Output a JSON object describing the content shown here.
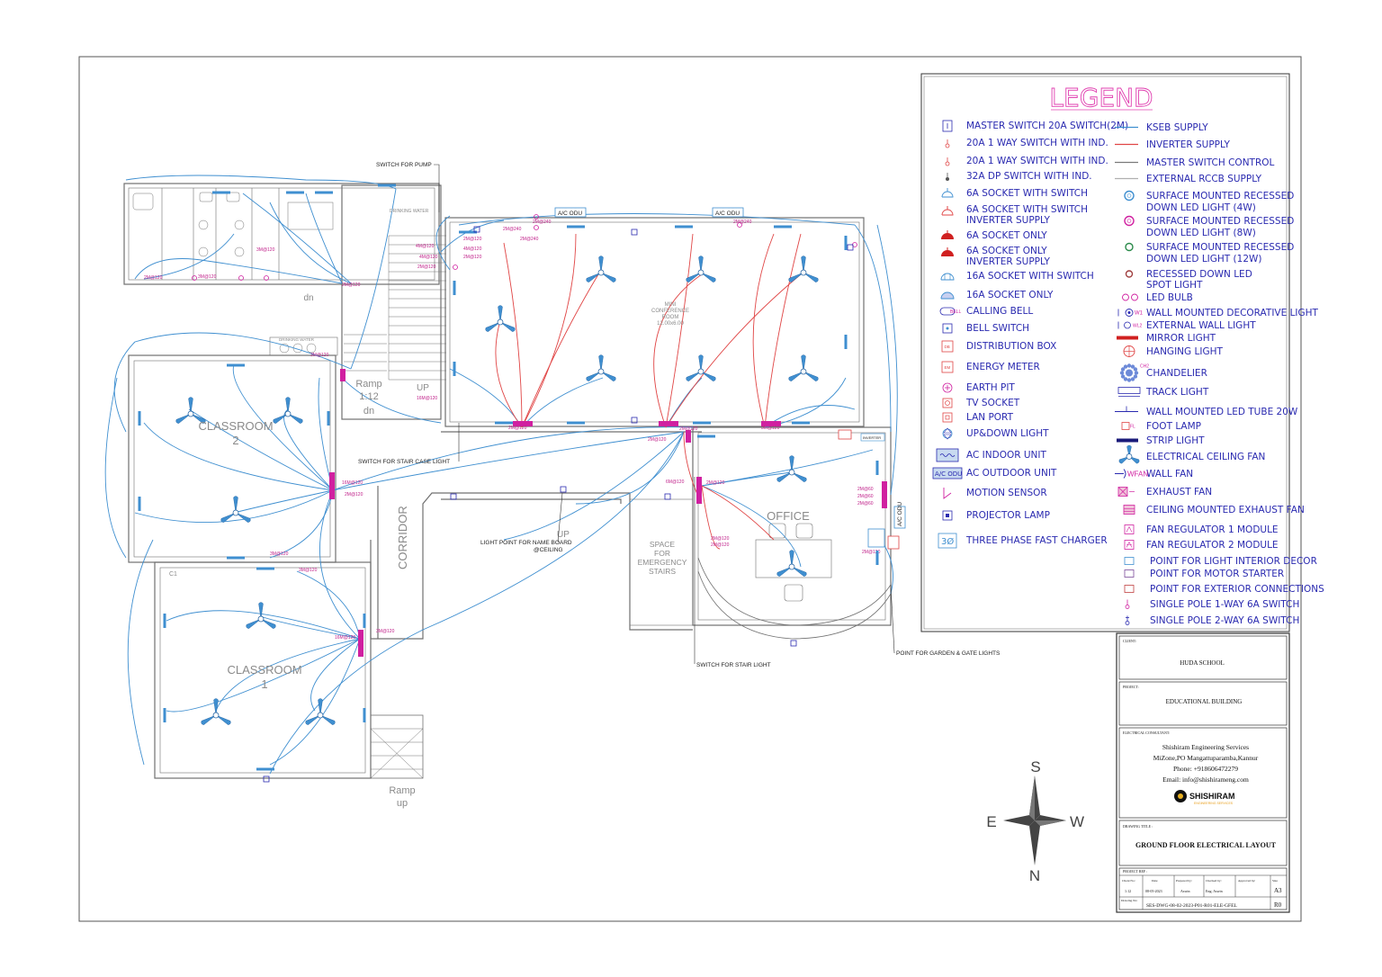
{
  "legend": {
    "title": "LEGEND",
    "left": [
      "MASTER SWITCH 20A SWITCH(2M)",
      "20A 1 WAY SWITCH WITH IND.",
      "20A 1 WAY SWITCH WITH IND.",
      "32A DP SWITCH WITH IND.",
      "6A SOCKET WITH SWITCH",
      "6A SOCKET WITH SWITCH",
      "INVERTER SUPPLY",
      "6A SOCKET ONLY",
      "6A SOCKET ONLY",
      "INVERTER SUPPLY",
      "16A SOCKET WITH SWITCH",
      "16A SOCKET ONLY",
      "CALLING BELL",
      "BELL SWITCH",
      "DISTRIBUTION BOX",
      "ENERGY METER",
      "EARTH PIT",
      "TV SOCKET",
      "LAN PORT",
      "UP&DOWN LIGHT",
      "AC INDOOR UNIT",
      "AC OUTDOOR UNIT",
      "MOTION SENSOR",
      "PROJECTOR LAMP",
      "THREE PHASE FAST CHARGER"
    ],
    "right": [
      "KSEB SUPPLY",
      "INVERTER SUPPLY",
      "MASTER SWITCH CONTROL",
      "EXTERNAL RCCB SUPPLY",
      "SURFACE MOUNTED RECESSED",
      "DOWN LED LIGHT (4W)",
      "SURFACE MOUNTED RECESSED",
      "DOWN LED LIGHT (8W)",
      "SURFACE MOUNTED RECESSED",
      "DOWN LED LIGHT (12W)",
      "RECESSED DOWN LED",
      "SPOT LIGHT",
      "LED BULB",
      "WALL MOUNTED DECORATIVE LIGHT",
      "EXTERNAL WALL LIGHT",
      "MIRROR LIGHT",
      "HANGING LIGHT",
      "CHANDELIER",
      "TRACK LIGHT",
      "WALL MOUNTED LED TUBE 20W",
      "FOOT LAMP",
      "STRIP LIGHT",
      "ELECTRICAL CEILING FAN",
      "WALL FAN",
      "EXHAUST FAN",
      "CEILING MOUNTED EXHAUST FAN",
      "FAN REGULATOR 1 MODULE",
      "FAN REGULATOR 2 MODULE",
      "POINT FOR LIGHT INTERIOR DECOR",
      "POINT FOR MOTOR STARTER",
      "POINT FOR EXTERIOR CONNECTIONS",
      "SINGLE POLE 1-WAY 6A SWITCH",
      "SINGLE POLE 2-WAY 6A SWITCH"
    ],
    "symbol_tags": {
      "belll": "BELL",
      "ac_odu": "A/C ODU",
      "three_phase": "3Ø",
      "w1": "W1",
      "wl2": "WL2",
      "ch2": "CH2",
      "wfan": "WFAN",
      "fl": "FL",
      "db": "DB",
      "em": "EM"
    }
  },
  "rooms": {
    "classroom2_a": "CLASSROOM",
    "classroom2_b": "2",
    "classroom1_a": "CLASSROOM",
    "classroom1_b": "1",
    "corridor": "CORRIDOR",
    "office": "OFFICE",
    "conference_a": "MINI",
    "conference_b": "CONFERENCE",
    "conference_c": "ROOM",
    "conference_d": "12.00x6.00",
    "emergency_a": "SPACE",
    "emergency_b": "FOR",
    "emergency_c": "EMERGENCY",
    "emergency_d": "STAIRS",
    "ramp_top_a": "Ramp",
    "ramp_top_b": "1:12",
    "ramp_top_c": "dn",
    "ramp_bottom_a": "Ramp",
    "ramp_bottom_b": "up",
    "up_stair": "UP",
    "up_corridor": "UP",
    "dn_toilet": "dn",
    "drinking_water_1": "DRINKING WATER",
    "drinking_water_2": "DRINKING WATER",
    "c1": "C1"
  },
  "notes": {
    "switch_pump": "SWITCH FOR PUMP",
    "switch_stair_case": "SWITCH FOR STAIR CASE LIGHT",
    "light_name_board_a": "LIGHT POINT FOR NAME BOARD",
    "light_name_board_b": "@CEILING",
    "switch_stair_light": "SWITCH FOR STAIR LIGHT",
    "garden_gate": "POINT FOR GARDEN & GATE LIGHTS"
  },
  "circuit_labels": [
    "2M@120",
    "3M@120",
    "3M@120",
    "2M@120",
    "4M@120",
    "4M@120",
    "2M@120",
    "2M@120",
    "4M@120",
    "2M@120",
    "3M@120",
    "2M@240",
    "2M@240",
    "2M@240",
    "2M@240",
    "2M@120",
    "16M@120",
    "2M@120",
    "16M@120",
    "6M@120",
    "2M@120",
    "3M@120",
    "3M@120",
    "2M@120",
    "2M@120",
    "3M@120",
    "2M@60",
    "2M@60",
    "2M@60",
    "2M@120",
    "2M@120",
    "2M@120",
    "3M@120",
    "16M@120"
  ],
  "equipment_tags": {
    "ac_odu_1": "A/C ODU",
    "ac_odu_2": "A/C ODU",
    "ac_odu_3": "A/C ODU",
    "inverter": "INVERTER"
  },
  "compass": {
    "s": "S",
    "e": "E",
    "w": "W",
    "n": "N"
  },
  "title_block": {
    "client_label": "CLIENT:",
    "client": "HUDA SCHOOL",
    "project_label": "PROJECT:",
    "project": "EDUCATIONAL BUILDING",
    "consultant_label": "ELECTRICAL CONSULTANT:",
    "consultant_lines": [
      "Shishiram Engineering Services",
      "MiZone,PO Mangattuparamba,Kannur",
      "Phone: +918606472279",
      "Email: info@shishirameng.com"
    ],
    "logo_name": "SHISHIRAM",
    "logo_sub": "ENGINEERING SERVICES",
    "drawing_title_label": "DRAWING TITLE :",
    "drawing_title": "GROUND FLOOR ELECTRICAL LAYOUT",
    "project_ref_label": "PROJECT REF :",
    "table_headers": [
      "Client No:",
      "Date",
      "Prepared by:",
      "Checked by:",
      "Approved by:",
      "Size"
    ],
    "table_values": [
      "1:12",
      "08-05-2023",
      "Aswin",
      "Eng. Aswin",
      "",
      "A3"
    ],
    "drawing_no_label": "Drawing No:",
    "drawing_no": "SES-DWG-08-02-2023-P01-R01-ELE-GFEL",
    "revision": "R0"
  },
  "colors": {
    "kseb": "#3f8fd0",
    "inverter": "#e04545",
    "wall": "#707070",
    "legend_text": "#2a2ab0",
    "legend_title": "#e040b0",
    "magenta": "#d020a0"
  }
}
